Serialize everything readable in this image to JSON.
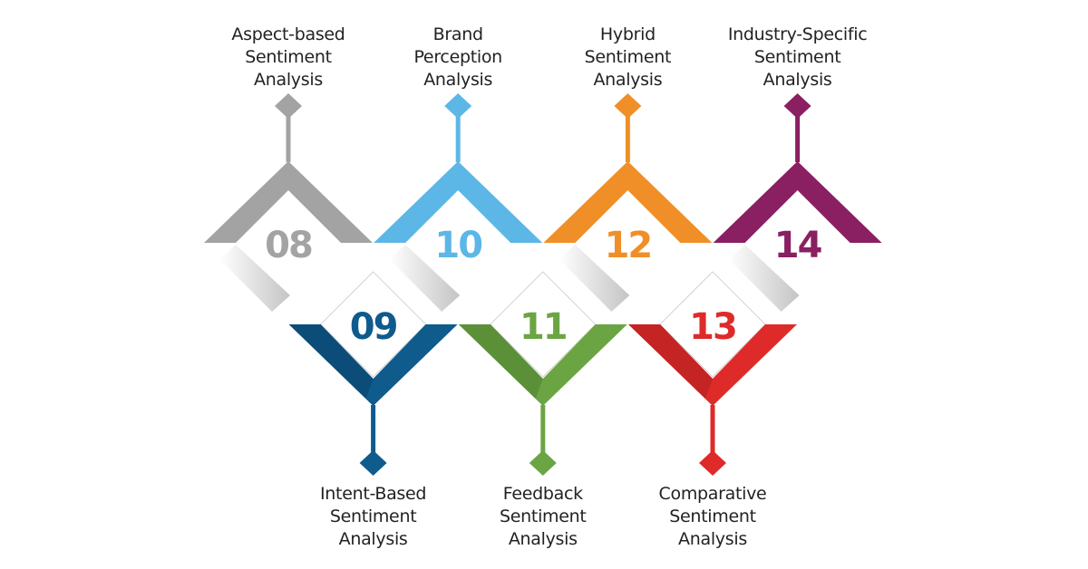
{
  "items": [
    {
      "number": "08",
      "lines": [
        "Aspect-based",
        "Sentiment",
        "Analysis"
      ],
      "color": "#a3a3a3",
      "dark": "#8c8c8c",
      "position": "top"
    },
    {
      "number": "09",
      "lines": [
        "Intent-Based",
        "Sentiment",
        "Analysis"
      ],
      "color": "#0e5b8c",
      "dark": "#0a4268",
      "position": "bottom"
    },
    {
      "number": "10",
      "lines": [
        "Brand",
        "Perception",
        "Analysis"
      ],
      "color": "#5cb7e7",
      "dark": "#4a9fcc",
      "position": "top"
    },
    {
      "number": "11",
      "lines": [
        "Feedback",
        "Sentiment",
        "Analysis"
      ],
      "color": "#6ba543",
      "dark": "#4f8030",
      "position": "bottom"
    },
    {
      "number": "12",
      "lines": [
        "Hybrid",
        "Sentiment",
        "Analysis"
      ],
      "color": "#f08f27",
      "dark": "#d37a1c",
      "position": "top"
    },
    {
      "number": "13",
      "lines": [
        "Comparative",
        "Sentiment",
        "Analysis"
      ],
      "color": "#df2a2a",
      "dark": "#ae1f1f",
      "position": "bottom"
    },
    {
      "number": "14",
      "lines": [
        "Industry-Specific",
        "Sentiment",
        "Analysis"
      ],
      "color": "#8a1f62",
      "dark": "#6e184e",
      "position": "top"
    }
  ]
}
